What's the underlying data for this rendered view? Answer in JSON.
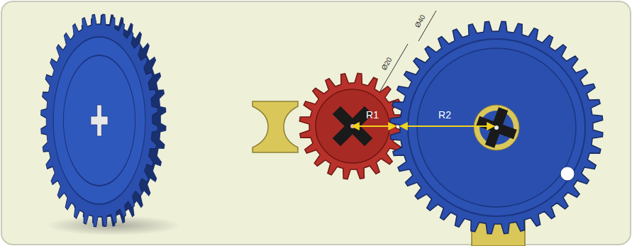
{
  "diagram": {
    "labels": [
      "R1",
      "R2",
      "Ø20",
      "Ø40"
    ]
  }
}
